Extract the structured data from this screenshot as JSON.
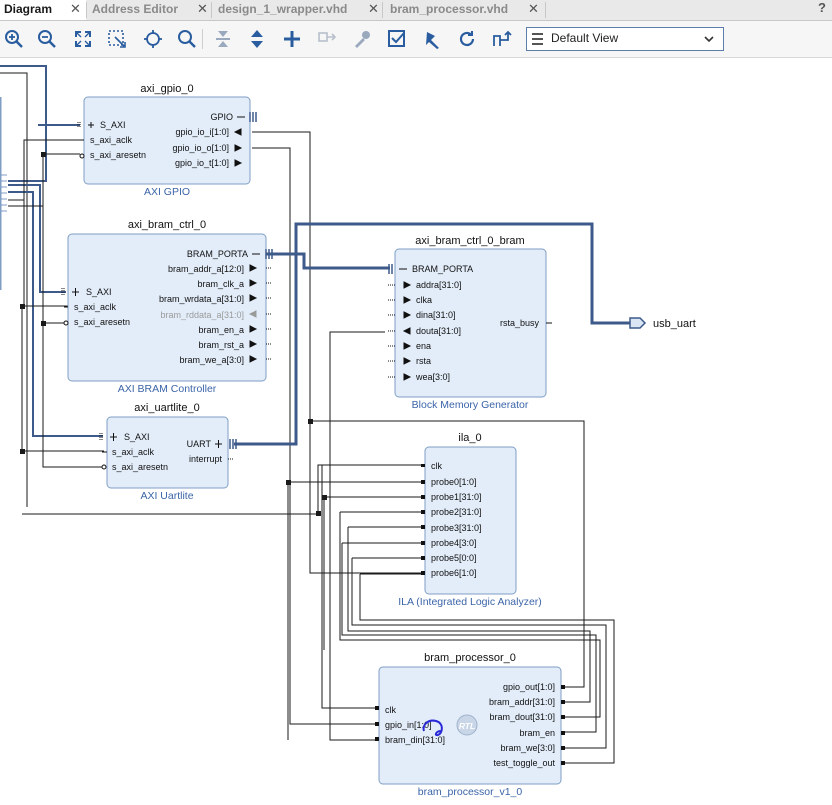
{
  "tabs": [
    {
      "label": "Diagram",
      "active": true
    },
    {
      "label": "Address Editor",
      "active": false
    },
    {
      "label": "design_1_wrapper.vhd",
      "active": false
    },
    {
      "label": "bram_processor.vhd",
      "active": false
    }
  ],
  "help_label": "?",
  "close_glyph": "✕",
  "toolbar": {
    "icons": [
      "zoom-in-icon",
      "zoom-out-icon",
      "fit-view-icon",
      "zoom-area-icon",
      "auto-fit-selection-icon",
      "search-icon",
      "collapse-all-icon",
      "expand-all-icon",
      "add-ip-icon",
      "make-external-icon",
      "properties-icon",
      "validate-design-icon",
      "run-connection-automation-icon",
      "regenerate-layout-icon",
      "optimize-routing-icon"
    ],
    "view_select": "Default View"
  },
  "blocks": {
    "axi_gpio": {
      "instance": "axi_gpio_0",
      "type": "AXI GPIO",
      "left_ports": [
        "S_AXI",
        "s_axi_aclk",
        "s_axi_aresetn"
      ],
      "right_ports": [
        "GPIO",
        "gpio_io_i[1:0]",
        "gpio_io_o[1:0]",
        "gpio_io_t[1:0]"
      ]
    },
    "axi_bram_ctrl": {
      "instance": "axi_bram_ctrl_0",
      "type": "AXI BRAM Controller",
      "left_ports": [
        "S_AXI",
        "s_axi_aclk",
        "s_axi_aresetn"
      ],
      "right_ports": [
        "BRAM_PORTA",
        "bram_addr_a[12:0]",
        "bram_clk_a",
        "bram_wrdata_a[31:0]",
        "bram_rddata_a[31:0]",
        "bram_en_a",
        "bram_rst_a",
        "bram_we_a[3:0]"
      ]
    },
    "axi_uartlite": {
      "instance": "axi_uartlite_0",
      "type": "AXI Uartlite",
      "left_ports": [
        "S_AXI",
        "s_axi_aclk",
        "s_axi_aresetn"
      ],
      "right_ports": [
        "UART",
        "interrupt"
      ]
    },
    "bram_gen": {
      "instance": "axi_bram_ctrl_0_bram",
      "type": "Block Memory Generator",
      "left_ports": [
        "BRAM_PORTA",
        "addra[31:0]",
        "clka",
        "dina[31:0]",
        "douta[31:0]",
        "ena",
        "rsta",
        "wea[3:0]"
      ],
      "right_ports": [
        "rsta_busy"
      ]
    },
    "ila": {
      "instance": "ila_0",
      "type": "ILA (Integrated Logic Analyzer)",
      "left_ports": [
        "clk",
        "probe0[1:0]",
        "probe1[31:0]",
        "probe2[31:0]",
        "probe3[31:0]",
        "probe4[3:0]",
        "probe5[0:0]",
        "probe6[1:0]"
      ]
    },
    "bram_proc": {
      "instance": "bram_processor_0",
      "type": "bram_processor_v1_0",
      "left_ports": [
        "clk",
        "gpio_in[1:0]",
        "bram_din[31:0]"
      ],
      "right_ports": [
        "gpio_out[1:0]",
        "bram_addr[31:0]",
        "bram_dout[31:0]",
        "bram_en",
        "bram_we[3:0]",
        "test_toggle_out"
      ],
      "badge": "RTL"
    }
  },
  "external_port": "usb_uart",
  "colors": {
    "block_fill": "#e3edf9",
    "block_border": "#7f9ec4",
    "bus": "#3d5a8a",
    "net": "#1a1a1a",
    "block_type_text": "#3b64a8",
    "disabled_port": "#9a9a9a"
  }
}
